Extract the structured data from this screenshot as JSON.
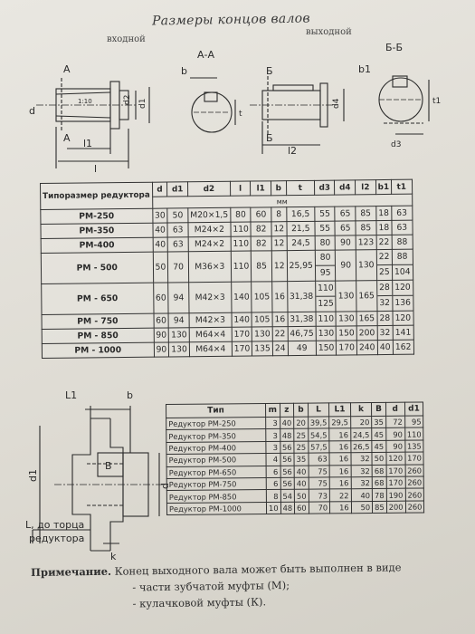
{
  "header": {
    "title": "Размеры концов валов",
    "input_label": "входной",
    "output_label": "выходной"
  },
  "diagram_top": {
    "section_in": "А-А",
    "section_out": "Б-Б",
    "letters": {
      "A": "А",
      "B": "Б",
      "b": "b",
      "b1": "b1",
      "d": "d",
      "d1": "d1",
      "d2": "d2",
      "d3": "d3",
      "d4": "d4",
      "t": "t",
      "t1": "t1",
      "l": "l",
      "l1": "l1",
      "l2": "l2",
      "taper": "1:10"
    }
  },
  "table1": {
    "headers": [
      "Типоразмер редуктора",
      "d",
      "d1",
      "d2",
      "l",
      "l1",
      "b",
      "t",
      "d3",
      "d4",
      "l2",
      "b1",
      "t1"
    ],
    "unit": "мм",
    "rows": [
      {
        "type": "РМ-250",
        "d": "30",
        "d1": "50",
        "d2": "М20×1,5",
        "l": "80",
        "l1": "60",
        "b": "8",
        "t": "16,5",
        "d3": "55",
        "d4": "65",
        "l2": "85",
        "b1": [
          "18"
        ],
        "t1": [
          "63"
        ]
      },
      {
        "type": "РМ-350",
        "d": "40",
        "d1": "63",
        "d2": "М24×2",
        "l": "110",
        "l1": "82",
        "b": "12",
        "t": "21,5",
        "d3": "55",
        "d4": "65",
        "l2": "85",
        "b1": [
          "18"
        ],
        "t1": [
          "63"
        ]
      },
      {
        "type": "РМ-400",
        "d": "40",
        "d1": "63",
        "d2": "М24×2",
        "l": "110",
        "l1": "82",
        "b": "12",
        "t": "24,5",
        "d3": "80",
        "d4": "90",
        "l2": "123",
        "b1": [
          "22"
        ],
        "t1": [
          "88"
        ]
      },
      {
        "type": "РМ - 500",
        "d": "50",
        "d1": "70",
        "d2": "М36×3",
        "l": "110",
        "l1": "85",
        "b": "12",
        "t": "25,95",
        "d3": [
          "80",
          "95"
        ],
        "d4": "90",
        "l2": "130",
        "b1": [
          "22",
          "25"
        ],
        "t1": [
          "88",
          "104"
        ]
      },
      {
        "type": "РМ - 650",
        "d": "60",
        "d1": "94",
        "d2": "М42×3",
        "l": "140",
        "l1": "105",
        "b": "16",
        "t": "31,38",
        "d3": [
          "110",
          "125"
        ],
        "d4": "130",
        "l2": "165",
        "b1": [
          "28",
          "32"
        ],
        "t1": [
          "120",
          "136"
        ]
      },
      {
        "type": "РМ - 750",
        "d": "60",
        "d1": "94",
        "d2": "М42×3",
        "l": "140",
        "l1": "105",
        "b": "16",
        "t": "31,38",
        "d3": "110",
        "d4": "130",
        "l2": "165",
        "b1": [
          "28"
        ],
        "t1": [
          "120"
        ]
      },
      {
        "type": "РМ - 850",
        "d": "90",
        "d1": "130",
        "d2": "М64×4",
        "l": "170",
        "l1": "130",
        "b": "22",
        "t": "46,75",
        "d3": "130",
        "d4": "150",
        "l2": "200",
        "b1": [
          "32"
        ],
        "t1": [
          "141"
        ]
      },
      {
        "type": "РМ - 1000",
        "d": "90",
        "d1": "130",
        "d2": "М64×4",
        "l": "170",
        "l1": "135",
        "b": "24",
        "t": "49",
        "d3": "150",
        "d4": "170",
        "l2": "240",
        "b1": [
          "40"
        ],
        "t1": [
          "162"
        ]
      }
    ]
  },
  "diagram_bottom": {
    "L1": "L1",
    "b": "b",
    "d1": "d1",
    "B": "B",
    "d": "d",
    "k": "k",
    "L_label_1": "L, до торца",
    "L_label_2": "редуктора"
  },
  "table2": {
    "headers": [
      "Тип",
      "m",
      "z",
      "b",
      "L",
      "L1",
      "k",
      "B",
      "d",
      "d1"
    ],
    "rows": [
      [
        "Редуктор РМ-250",
        "3",
        "40",
        "20",
        "39,5",
        "29,5",
        "20",
        "35",
        "72",
        "95"
      ],
      [
        "Редуктор РМ-350",
        "3",
        "48",
        "25",
        "54,5",
        "16",
        "24,5",
        "45",
        "90",
        "110"
      ],
      [
        "Редуктор РМ-400",
        "3",
        "56",
        "25",
        "57,5",
        "16",
        "26,5",
        "45",
        "90",
        "135"
      ],
      [
        "Редуктор РМ-500",
        "4",
        "56",
        "35",
        "63",
        "16",
        "32",
        "50",
        "120",
        "170"
      ],
      [
        "Редуктор РМ-650",
        "6",
        "56",
        "40",
        "75",
        "16",
        "32",
        "68",
        "170",
        "260"
      ],
      [
        "Редуктор РМ-750",
        "6",
        "56",
        "40",
        "75",
        "16",
        "32",
        "68",
        "170",
        "260"
      ],
      [
        "Редуктор РМ-850",
        "8",
        "54",
        "50",
        "73",
        "22",
        "40",
        "78",
        "190",
        "260"
      ],
      [
        "Редуктор РМ-1000",
        "10",
        "48",
        "60",
        "70",
        "16",
        "50",
        "85",
        "200",
        "260"
      ]
    ]
  },
  "note": {
    "label": "Примечание.",
    "text": "Конец выходного вала может быть выполнен в виде",
    "items": [
      "- части  зубчатой муфты (М);",
      "- кулачковой муфты (К)."
    ]
  }
}
